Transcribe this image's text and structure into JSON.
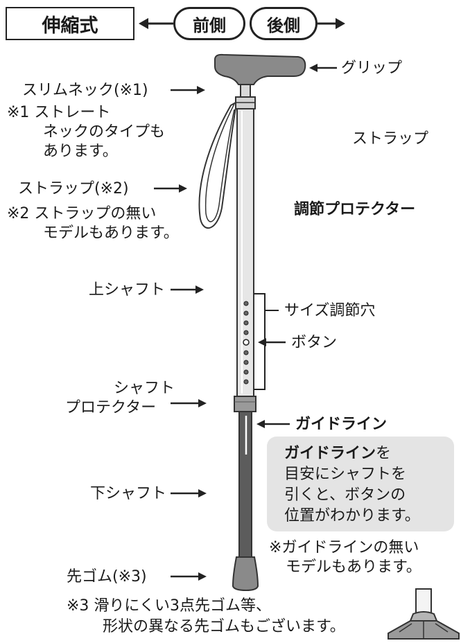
{
  "title": "伸縮式",
  "direction": {
    "front": "前側",
    "back": "後側"
  },
  "labels": {
    "grip": "グリップ",
    "slim_neck": "スリムネック(※1)",
    "note1_line1": "※1 ストレート",
    "note1_line2": "ネックのタイプも",
    "note1_line3": "あります。",
    "strap_right": "ストラップ",
    "strap_left": "ストラップ(※2)",
    "note2_line1": "※2 ストラップの無い",
    "note2_line2": "モデルもあります。",
    "protector_right": "調節プロテクター",
    "upper_shaft": "上シャフト",
    "adjust_holes": "サイズ調節穴",
    "button": "ボタン",
    "shaft_protector_line1": "シャフト",
    "shaft_protector_line2": "プロテクター",
    "guideline": "ガイドライン",
    "lower_shaft": "下シャフト",
    "tip": "先ゴム(※3)",
    "note3_line1": "※3 滑りにくい3点先ゴム等、",
    "note3_line2": "形状の異なる先ゴムもございます。"
  },
  "guide_box": {
    "bold": "ガイドライン",
    "line1_rest": "を",
    "line2": "目安にシャフトを",
    "line3": "引くと、ボタンの",
    "line4": "位置がわかります。"
  },
  "guide_note": {
    "line1": "※ガイドラインの無い",
    "line2": "モデルもあります。"
  },
  "colors": {
    "grip": "#8a8a8a",
    "upper_shaft": "#e6e6e6",
    "lower_shaft": "#5c5c5c",
    "guide_box_bg": "#e4e4e4"
  }
}
